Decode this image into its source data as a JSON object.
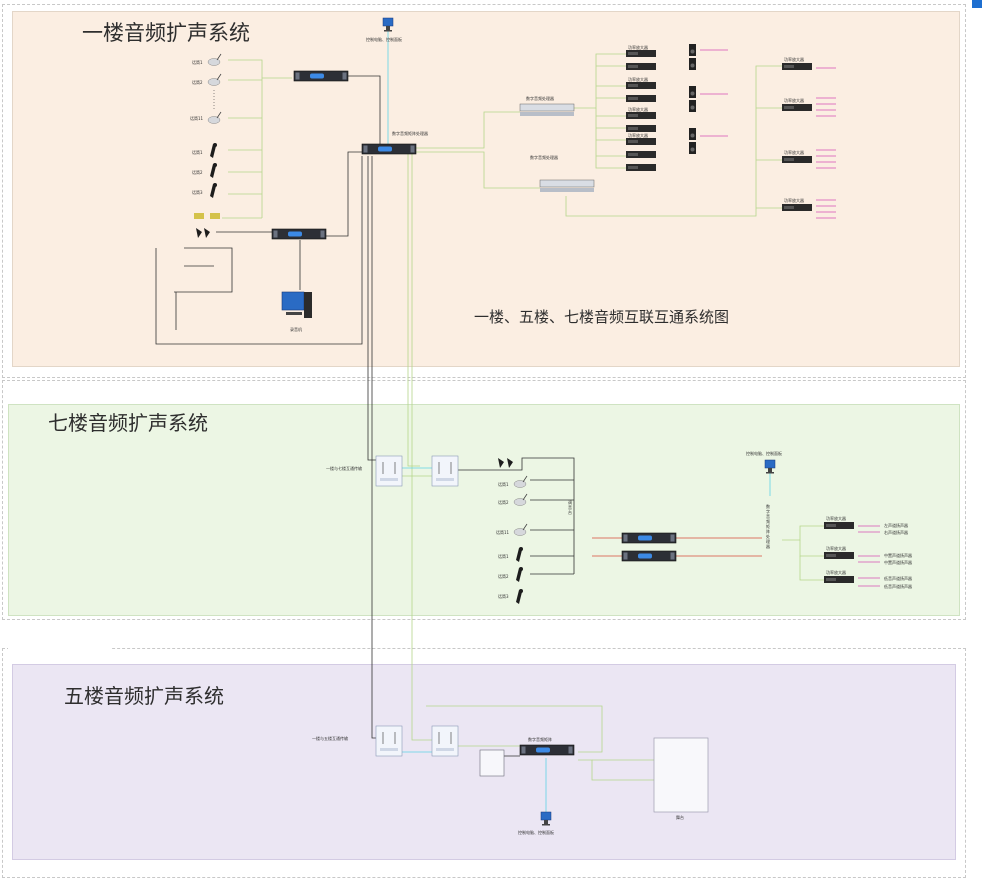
{
  "floor1": {
    "title": "一楼音频扩声系统",
    "subtitle": "一楼、五楼、七楼音频互联互通系统图",
    "labels": {
      "control_pc": "控制电脑、控制面板",
      "matrix": "数字音频矩阵处理器",
      "processor_a": "数字音频处理器",
      "processor_b": "数字音频处理器",
      "record_pc": "录音机"
    },
    "mics": [
      "话筒1",
      "话筒2",
      "话筒11",
      "话筒1",
      "话筒2",
      "话筒3"
    ],
    "amps": [
      "功率放大器",
      "功率放大器",
      "功率放大器",
      "功率放大器",
      "功率放大器",
      "功率放大器",
      "功率放大器",
      "功率放大器"
    ],
    "right_amps": [
      "功率放大器",
      "功率放大器",
      "功率放大器",
      "功率放大器"
    ]
  },
  "floor7": {
    "title": "七楼音频扩声系统",
    "labels": {
      "control_pc": "控制电脑、控制面板",
      "matrix_vertical": "数字音频矩阵处理器",
      "mixer_vertical": "调音台",
      "link": "一楼与七楼互通传输"
    },
    "mics": [
      "话筒1",
      "话筒2",
      "话筒11",
      "话筒1",
      "话筒2",
      "话筒3"
    ],
    "amps": [
      "功率放大器",
      "功率放大器",
      "功率放大器"
    ],
    "speakers": [
      "左声道扬声器",
      "右声道扬声器",
      "中置声道扬声器",
      "中置声道扬声器",
      "低音声道扬声器",
      "低音声道扬声器"
    ]
  },
  "floor5": {
    "title": "五楼音频扩声系统",
    "labels": {
      "control_pc": "控制电脑、控制面板",
      "processor": "数字音频矩阵",
      "link": "一楼与五楼互通传输",
      "stage": "舞台"
    }
  },
  "colors": {
    "floor1_bg": "#fbeee2",
    "floor7_bg": "#ecf6e4",
    "floor5_bg": "#ebe6f3",
    "line_green": "#b5d68a",
    "line_cyan": "#5fd3e6",
    "line_magenta": "#d64fb5",
    "line_red": "#d84a3a",
    "line_black": "#333333"
  }
}
